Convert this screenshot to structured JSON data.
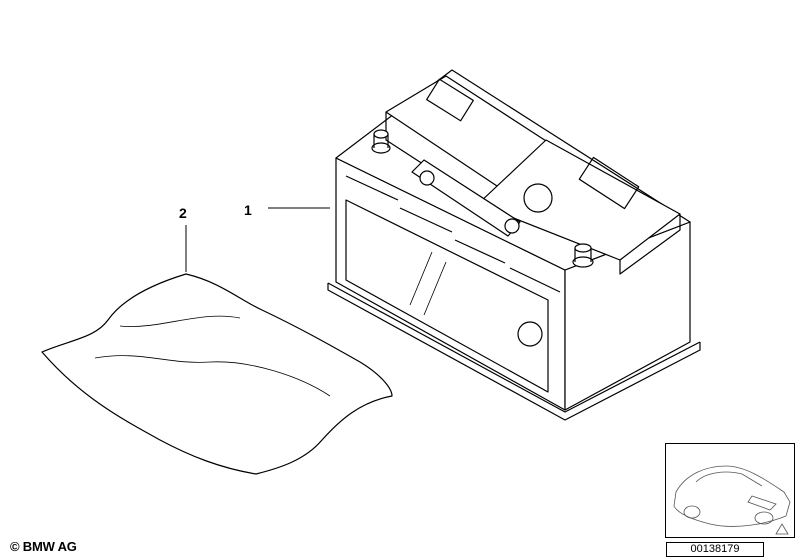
{
  "callouts": {
    "part_1": "1",
    "part_2": "2"
  },
  "footer": {
    "copyright": "© BMW AG",
    "diagram_number": "00138179"
  },
  "icons": [
    "battery-illustration",
    "bag-illustration",
    "car-thumbnail-icon",
    "warning-triangle-icon"
  ],
  "colors": {
    "line": "#000000",
    "background": "#ffffff"
  }
}
